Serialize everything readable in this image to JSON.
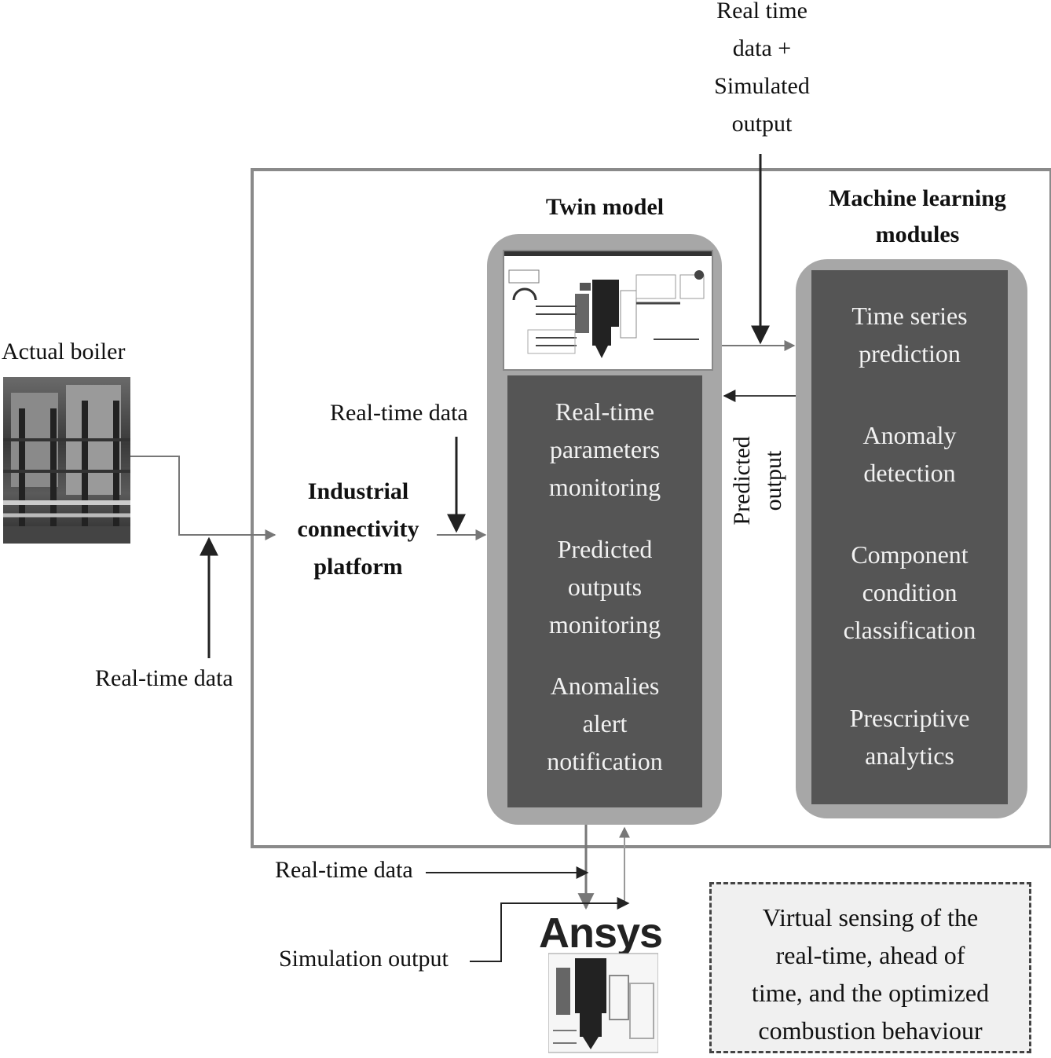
{
  "labels": {
    "real_time_data_sim": [
      "Real time",
      "data +",
      "Simulated",
      "output"
    ],
    "twin_model": "Twin model",
    "ml_modules": [
      "Machine learning",
      "modules"
    ],
    "actual_boiler": "Actual boiler",
    "real_time_data_top": "Real-time data",
    "industrial_platform": [
      "Industrial",
      "connectivity",
      "platform"
    ],
    "real_time_data_left": "Real-time data",
    "predicted_output": [
      "Predicted",
      "output"
    ],
    "real_time_data_bottom": "Real-time data",
    "simulation_output": "Simulation output",
    "ansys_logo": "Ansys"
  },
  "twin_panel": [
    [
      "Real-time",
      "parameters",
      "monitoring"
    ],
    [
      "Predicted",
      "outputs",
      "monitoring"
    ],
    [
      "Anomalies",
      "alert",
      "notification"
    ]
  ],
  "ml_panel": [
    [
      "Time series",
      "prediction"
    ],
    [
      "Anomaly",
      "detection"
    ],
    [
      "Component",
      "condition",
      "classification"
    ],
    [
      "Prescriptive",
      "analytics"
    ]
  ],
  "virtual_sensing": [
    "Virtual sensing of the",
    "real-time, ahead of",
    "time, and the optimized",
    "combustion behaviour"
  ]
}
